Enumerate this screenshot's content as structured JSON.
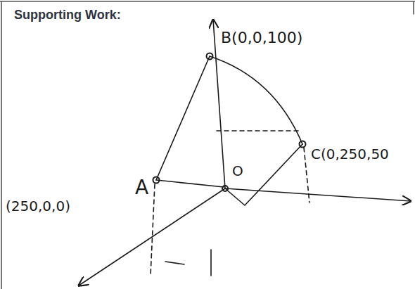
{
  "diagram": {
    "title": "Supporting Work:",
    "labels": [
      "B(0,0,100)",
      "C(0,250,50",
      "A",
      "(250,0,0)",
      "O"
    ]
  }
}
